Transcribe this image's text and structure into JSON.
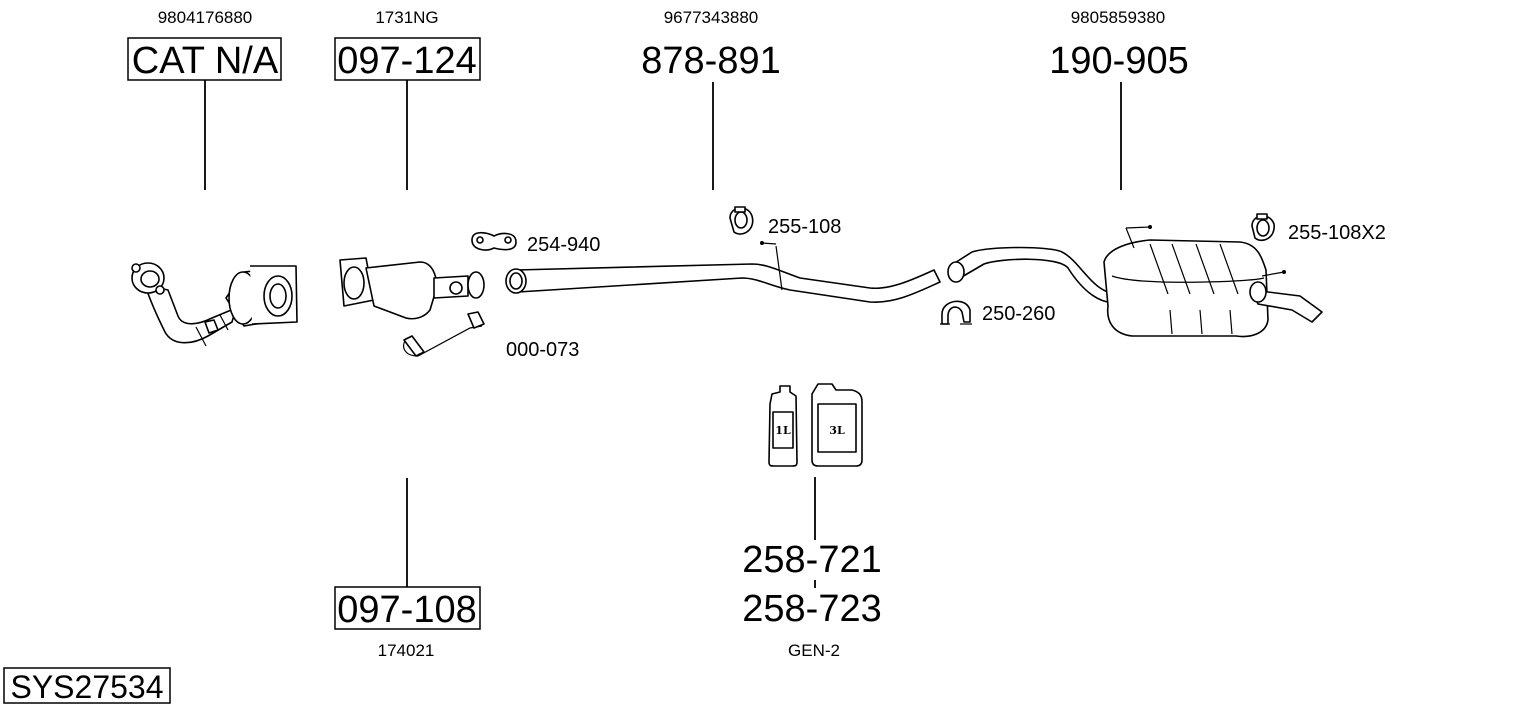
{
  "system_id": "SYS27534",
  "colors": {
    "line": "#000000",
    "background": "#ffffff"
  },
  "parts": {
    "catalyst_front": {
      "oe": "9804176880",
      "ref": "CAT N/A"
    },
    "catalyst_main": {
      "oe": "1731NG",
      "ref": "097-124"
    },
    "catalyst_fitting_kit": {
      "ref": "097-108",
      "oe": "174021"
    },
    "gasket": {
      "ref": "254-940"
    },
    "sensor_pipe": {
      "ref": "000-073"
    },
    "centre_pipe": {
      "oe": "9677343880",
      "ref": "878-891"
    },
    "rubber_mount": {
      "ref": "255-108"
    },
    "clamp": {
      "ref": "250-260"
    },
    "rear_silencer": {
      "oe": "9805859380",
      "ref": "190-905"
    },
    "rubber_mount_rear": {
      "ref": "255-108X2"
    },
    "paste": {
      "ref_1": "258-721",
      "ref_2": "258-723",
      "note": "GEN-2",
      "can_1": "1L",
      "can_2": "3L"
    }
  }
}
